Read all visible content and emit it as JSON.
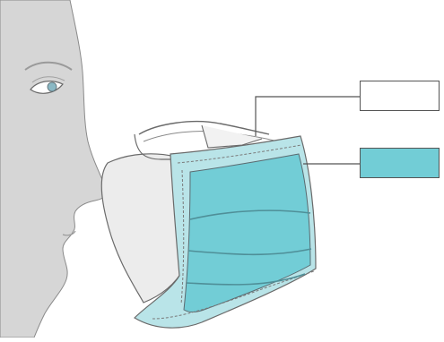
{
  "diagram": {
    "subject": "surgical-face-mask",
    "colors": {
      "face": "#d6d6d6",
      "face_shadow": "#c4c4c4",
      "mask_outer": "#72cdd6",
      "mask_border": "#b9e4e8",
      "mask_inner": "#ececec",
      "line": "#5a5a5a",
      "box_top_fill": "#ffffff",
      "box_bottom_fill": "#72cdd6"
    },
    "callouts": [
      {
        "id": "top",
        "text": ""
      },
      {
        "id": "bottom",
        "text": ""
      }
    ]
  }
}
